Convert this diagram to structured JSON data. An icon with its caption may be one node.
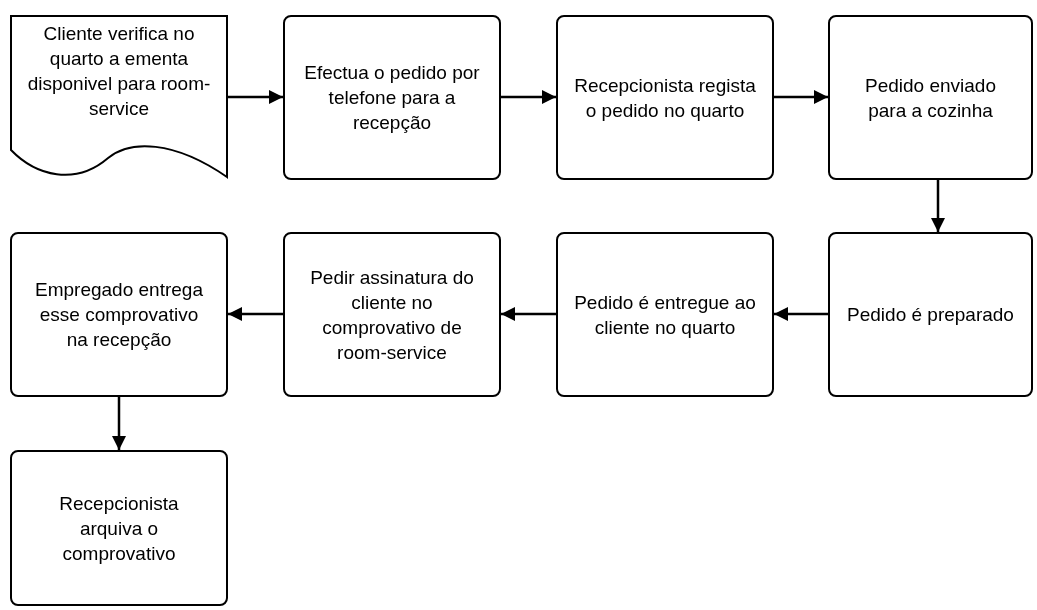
{
  "diagram": {
    "nodes": [
      {
        "text": [
          "Cliente verifica no quarto a ementa disponivel para room-service"
        ]
      },
      {
        "text": [
          "Efectua o pedido por telefone para a recepção"
        ]
      },
      {
        "text": [
          "Recepcionista regista o pedido no quarto"
        ]
      },
      {
        "text": [
          "Pedido enviado para a cozinha"
        ]
      },
      {
        "text": [
          "Pedido é preparado"
        ]
      },
      {
        "text": [
          "Pedido é entregue ao cliente no quarto"
        ]
      },
      {
        "text": [
          "Pedir assinatura do cliente no comprovativo de room-service"
        ]
      },
      {
        "text": [
          "Empregado entrega esse comprovativo na recepção"
        ]
      },
      {
        "text": [
          "Recepcionista arquiva o comprovativo"
        ]
      }
    ],
    "edges": [
      {
        "from": 0,
        "to": 1,
        "arrow": "to"
      },
      {
        "from": 1,
        "to": 2,
        "arrow": "to"
      },
      {
        "from": 2,
        "to": 3,
        "arrow": "to"
      },
      {
        "from": 3,
        "to": 4,
        "arrow": "to"
      },
      {
        "from": 4,
        "to": 5,
        "arrow": "to"
      },
      {
        "from": 5,
        "to": 6,
        "arrow": "to"
      },
      {
        "from": 6,
        "to": 7,
        "arrow": "to"
      },
      {
        "from": 7,
        "to": 8,
        "arrow": "to"
      }
    ]
  }
}
